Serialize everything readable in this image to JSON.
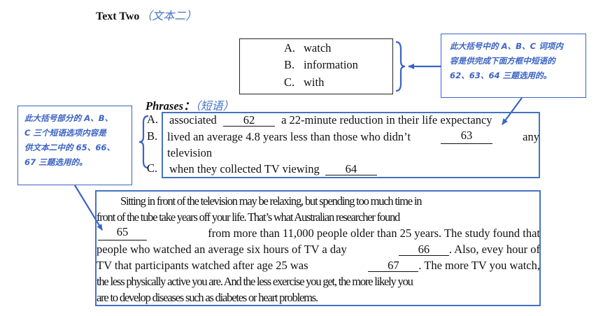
{
  "title": {
    "text": "Text Two",
    "cn": "（文本二）"
  },
  "word_options": [
    {
      "letter": "A.",
      "word": "watch"
    },
    {
      "letter": "B.",
      "word": "information"
    },
    {
      "letter": "C.",
      "word": "with"
    }
  ],
  "note_right": {
    "lines": [
      "此大括号中的 A、B、C 词项内",
      "容是供完成下面方框中短语的",
      "62、63、64 三题选用的。"
    ]
  },
  "note_left": {
    "lines": [
      "此大括号部分的 A、B、",
      "C 三个短语选项内容是",
      "供文本二中的 65、66、",
      "67 三题选用的。"
    ]
  },
  "phrases_label": {
    "text": "Phrases：",
    "cn": "（短语）"
  },
  "phrases": [
    {
      "letter": "A.",
      "before": "associated",
      "blank": "62",
      "after": "a 22-minute reduction in their life expectancy"
    },
    {
      "letter": "B.",
      "before": "lived an average 4.8 years less than those who didn’t",
      "blank": "63",
      "after": "any",
      "cont": "television"
    },
    {
      "letter": "C.",
      "before": "when they collected TV viewing",
      "blank": "64",
      "after": ""
    }
  ],
  "passage": {
    "l1": "Sitting in front of the television may be relaxing, but spending too much time in",
    "l2": "front of the tube take years off your life. That’s what Australian researcher found",
    "l3_blank": "65",
    "l3_after": "from more than 11,000 people older than 25 years. The study found that",
    "l4_before": "people who watched an average six hours of TV a day",
    "l4_blank": "66",
    "l4_after": ". Also, evey hour of",
    "l5_before": "TV that participants watched after age 25 was",
    "l5_blank": "67",
    "l5_after": ". The more TV you watch,",
    "l6": "the less physically active you are. And the less exercise you get, the more likely you",
    "l7": "are to develop diseases such as diabetes or heart problems."
  }
}
